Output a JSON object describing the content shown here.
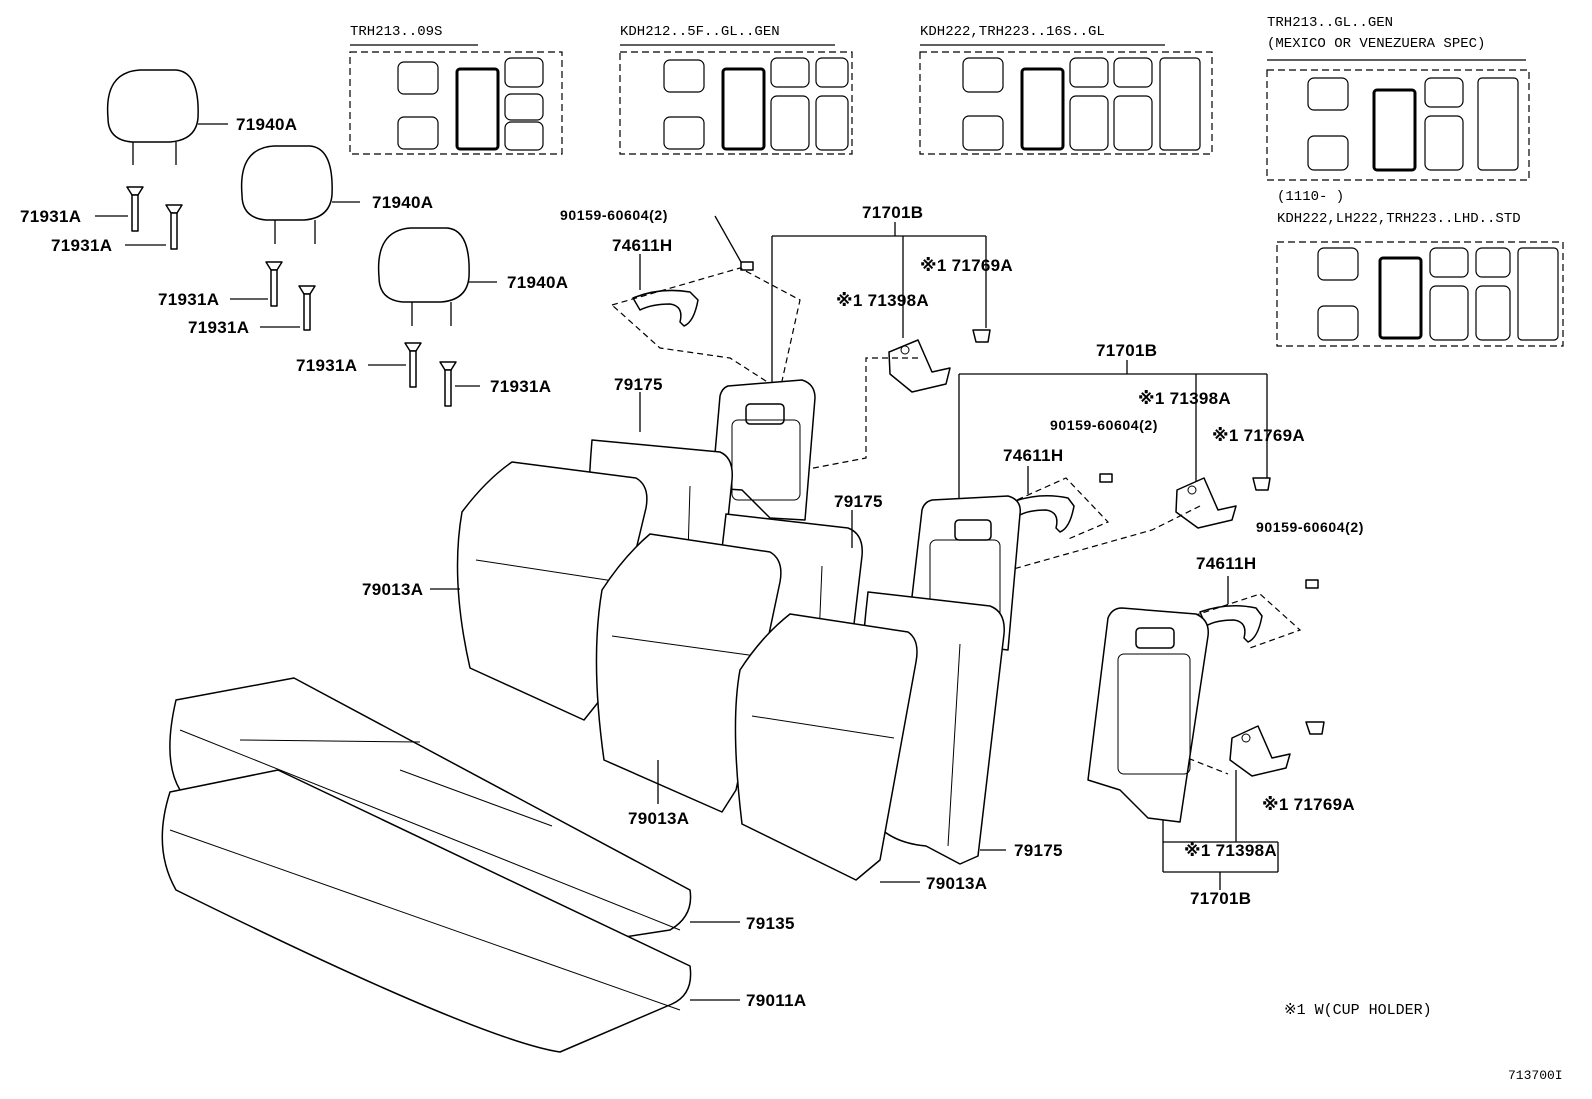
{
  "variants": [
    {
      "label": "TRH213..09S"
    },
    {
      "label": "KDH212..5F..GL..GEN"
    },
    {
      "label": "KDH222,TRH223..16S..GL"
    },
    {
      "label_line1": "TRH213..GL..GEN",
      "label_line2": "(MEXICO OR VENEZUERA SPEC)"
    },
    {
      "label_line1": "(1110-     )",
      "label_line2": "KDH222,LH222,TRH223..LHD..STD"
    }
  ],
  "parts": {
    "headrest": "71940A",
    "support": "71931A",
    "armrest_assy": "71701B",
    "bolt": "90159-60604(2)",
    "cover": "74611H",
    "hinge": "※1 71398A",
    "cap": "※1 71769A",
    "back_board": "79175",
    "back_cover": "79013A",
    "cushion_cover": "79135",
    "cushion_pad": "79011A"
  },
  "footnote": "※1 W(CUP HOLDER)",
  "diagram_code": "713700I"
}
